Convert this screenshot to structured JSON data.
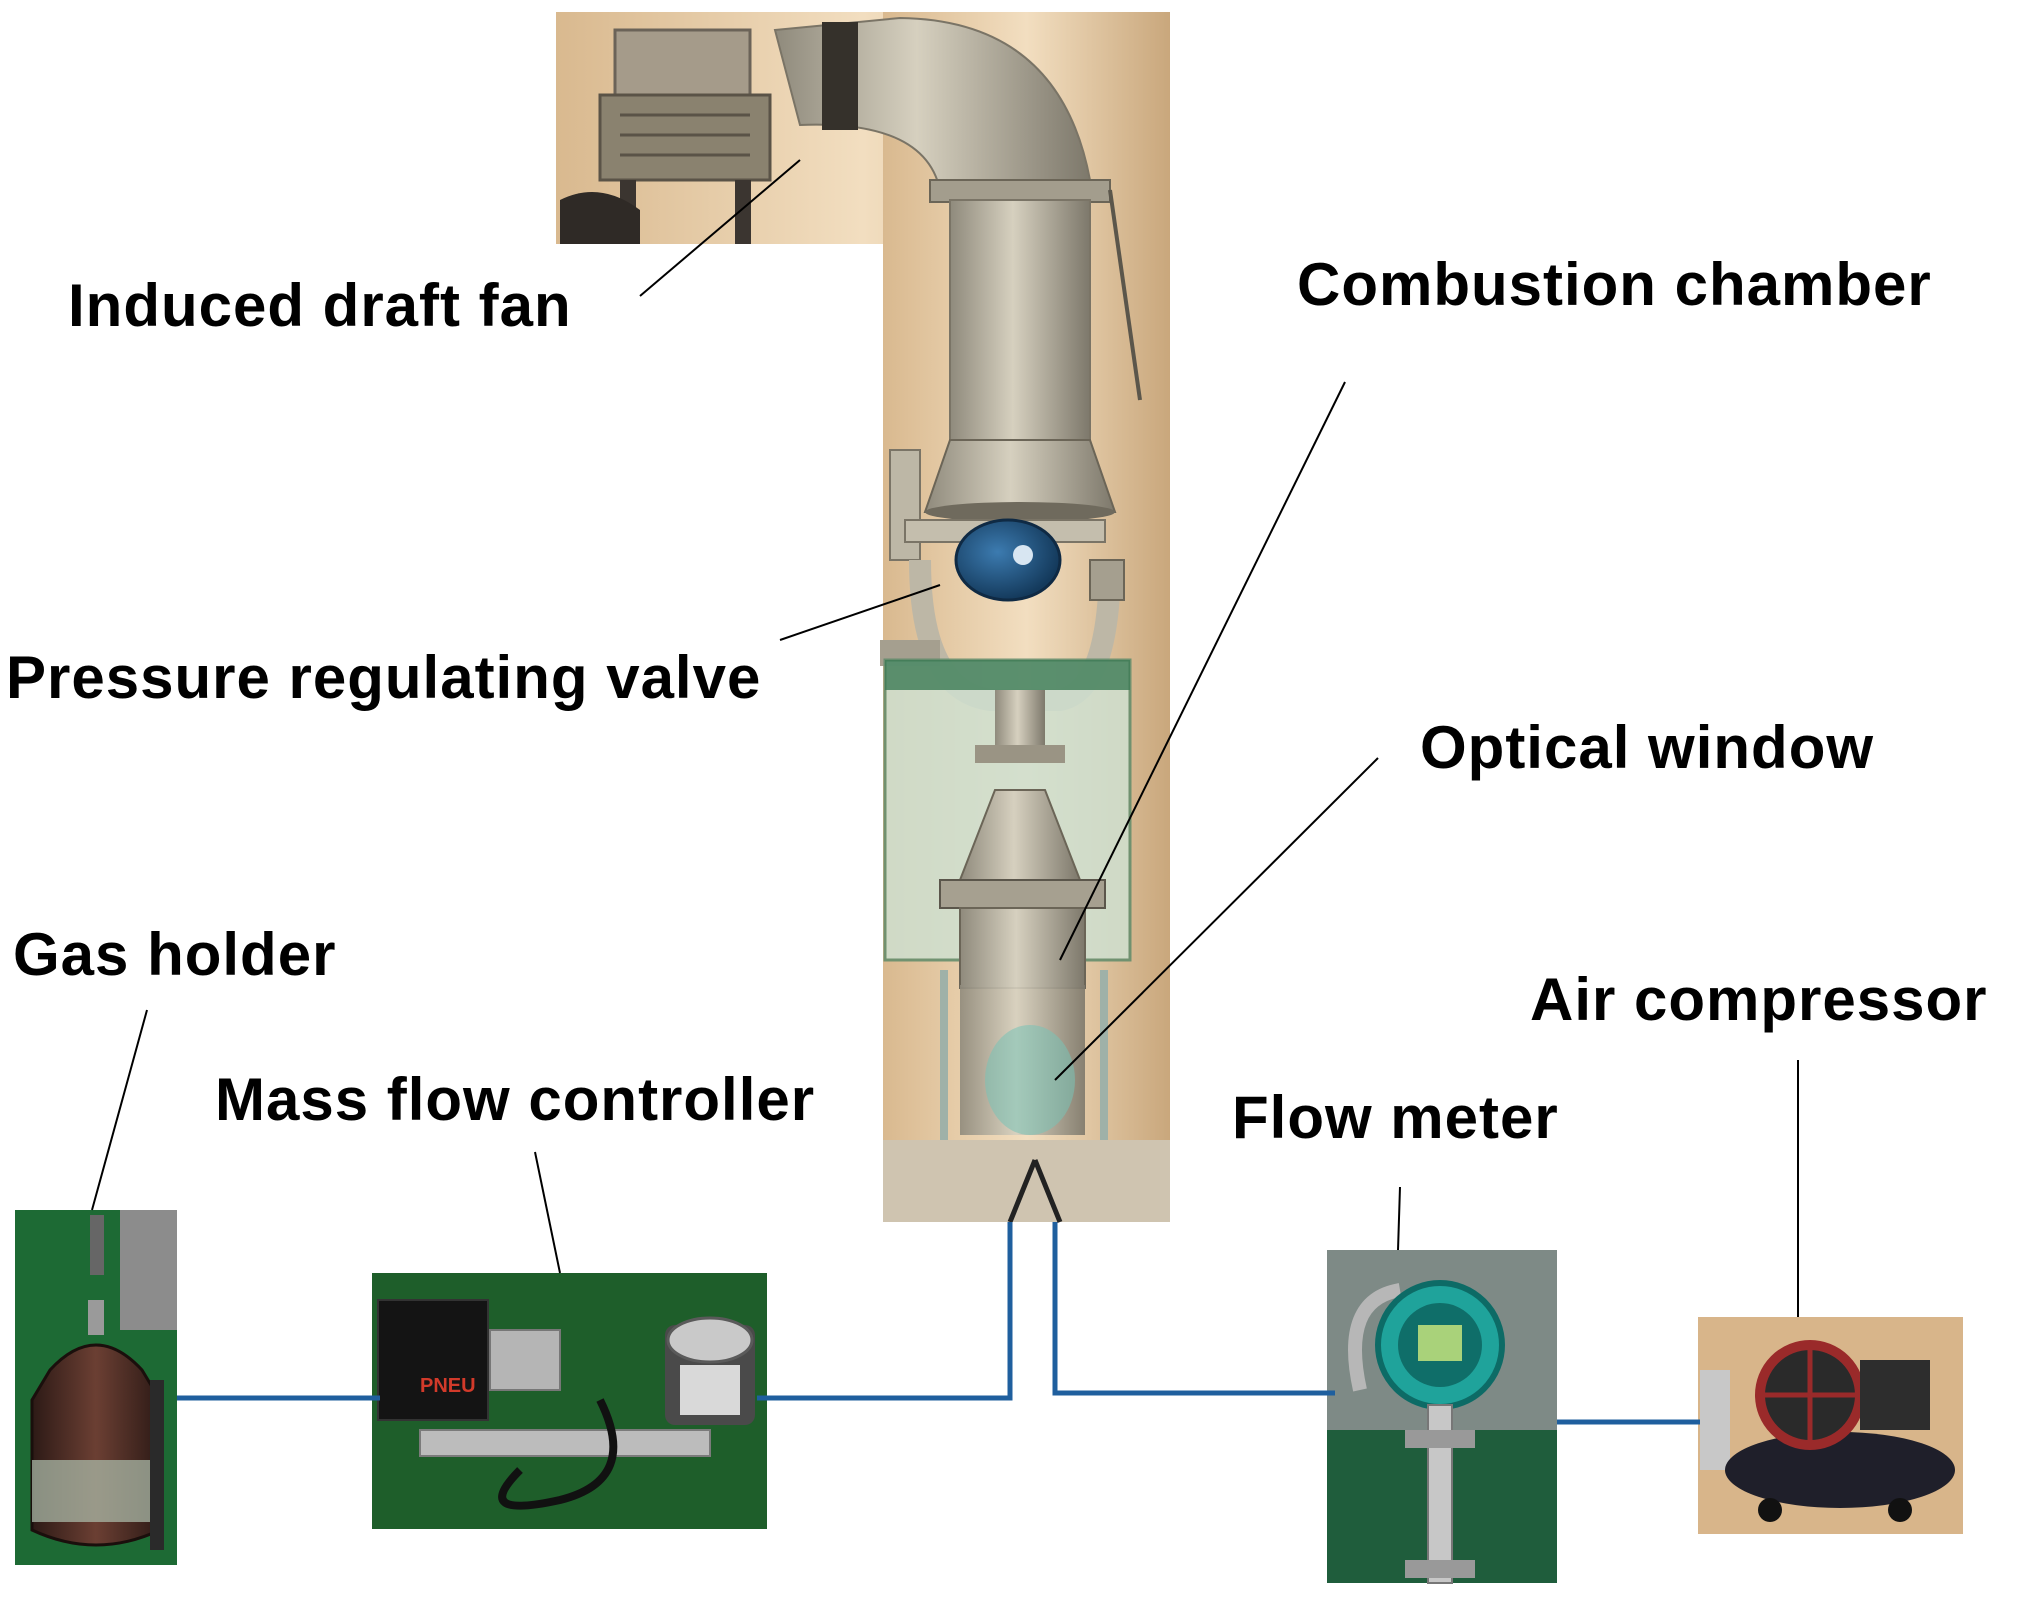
{
  "labels": {
    "induced_draft_fan": "Induced draft fan",
    "combustion_chamber": "Combustion chamber",
    "pressure_regulating_valve": "Pressure regulating valve",
    "optical_window": "Optical window",
    "gas_holder": "Gas holder",
    "mass_flow_controller": "Mass flow controller",
    "flow_meter": "Flow meter",
    "air_compressor": "Air compressor",
    "mfc_brand": "PNEU"
  },
  "colors": {
    "pipe_line": "#1f5f9e",
    "leader_line": "#000000",
    "wall_beige": "#e9d2b0",
    "metal": "#b9b3a2",
    "valve_blue": "#1e4f7a",
    "floor_green": "#1f6b34",
    "cylinder_brown": "#4a2a22",
    "meter_teal": "#1fa39b",
    "compressor_red": "#9a2a2a"
  }
}
